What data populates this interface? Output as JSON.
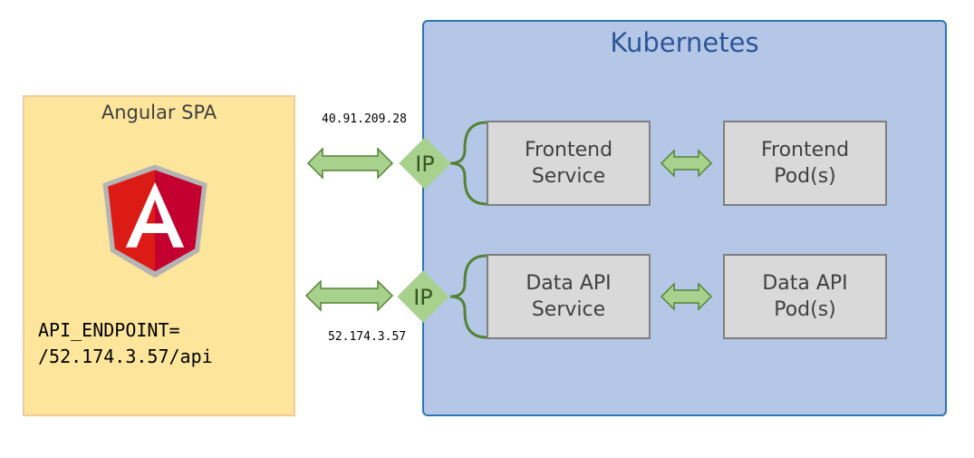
{
  "spa": {
    "title": "Angular SPA",
    "endpoint_line1": "API_ENDPOINT=",
    "endpoint_line2": "/52.174.3.57/api"
  },
  "kubernetes": {
    "title": "Kubernetes",
    "frontend_service": {
      "line1": "Frontend",
      "line2": "Service"
    },
    "frontend_pods": {
      "line1": "Frontend",
      "line2": "Pod(s)"
    },
    "dataapi_service": {
      "line1": "Data API",
      "line2": "Service"
    },
    "dataapi_pods": {
      "line1": "Data API",
      "line2": "Pod(s)"
    }
  },
  "ips": {
    "frontend_ip": "40.91.209.28",
    "dataapi_ip": "52.174.3.57",
    "ip_badge": "IP"
  },
  "colors": {
    "spa_fill": "#fde69b",
    "k8s_fill": "#b4c7e7",
    "k8s_border": "#2e75b6",
    "arrow_fill": "#a9d18e",
    "arrow_stroke": "#548235",
    "angular_red": "#dd1b16",
    "angular_dark_red": "#c3002f"
  }
}
